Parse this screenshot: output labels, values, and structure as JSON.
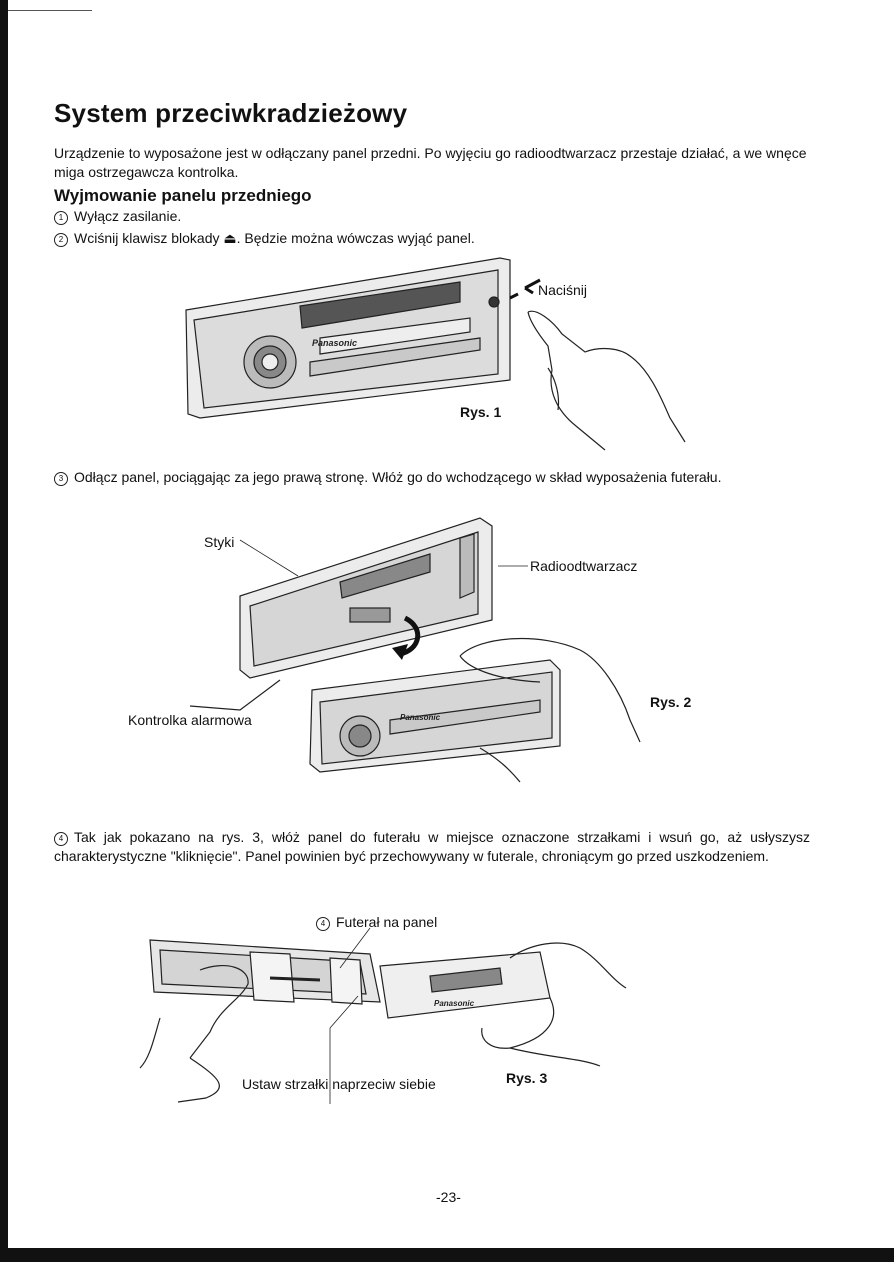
{
  "title": "System przeciwkradzieżowy",
  "intro": "Urządzenie to wyposażone jest w odłączany panel przedni. Po wyjęciu go radioodtwarzacz przestaje działać, a we wnęce miga ostrzegawcza kontrolka.",
  "section_title": "Wyjmowanie panelu przedniego",
  "steps": [
    {
      "num": "1",
      "text": "Wyłącz zasilanie."
    },
    {
      "num": "2",
      "text": "Wciśnij klawisz blokady ⏏. Będzie można wówczas wyjąć panel."
    },
    {
      "num": "3",
      "text": "Odłącz panel, pociągając za jego prawą stronę. Włóż go do wchodzącego w skład wyposażenia futerału."
    },
    {
      "num": "4",
      "text": "Tak jak pokazano na rys. 3, włóż panel do futerału w miejsce oznaczone strzałkami i wsuń go, aż usłyszysz charakterystyczne \"kliknięcie\". Panel powinien być przechowywany w futerale, chroniącym go przed uszkodzeniem."
    }
  ],
  "fig1": {
    "label_press": "Naciśnij",
    "caption": "Rys. 1",
    "brand": "Panasonic"
  },
  "fig2": {
    "label_contacts": "Styki",
    "label_unit": "Radioodtwarzacz",
    "label_alarm": "Kontrolka alarmowa",
    "caption": "Rys. 2",
    "brand": "Panasonic"
  },
  "fig3": {
    "label_case_num": "4",
    "label_case": "Futerał na panel",
    "label_arrows": "Ustaw strzałki naprzeciw siebie",
    "caption": "Rys. 3",
    "brand": "Panasonic"
  },
  "page_number": "-23-"
}
